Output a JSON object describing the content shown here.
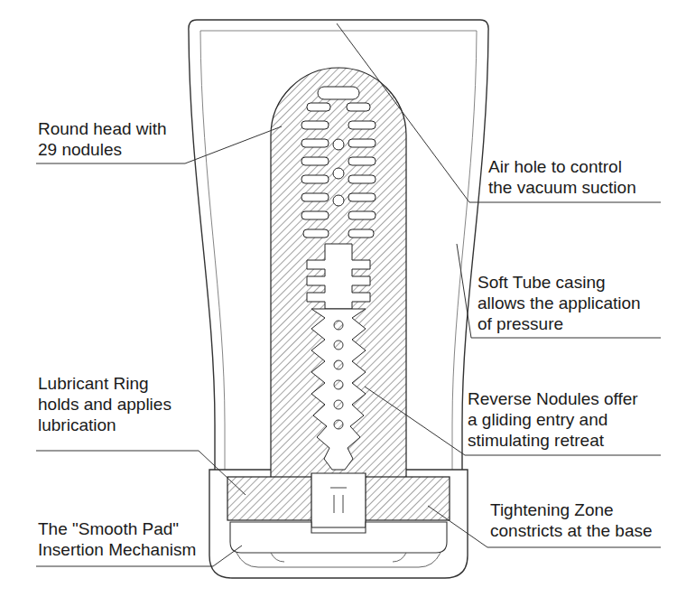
{
  "diagram": {
    "labels": [
      "Round head with 29 nodules",
      "Air hole to control the vacuum suction",
      "Soft Tube casing allows the application of pressure",
      "Lubricant Ring holds and applies lubrication",
      "Reverse Nodules offer a gliding entry and stimulating retreat",
      "Tightening Zone constricts at the base",
      "The \"Smooth Pad\" Insertion Mechanism"
    ]
  }
}
